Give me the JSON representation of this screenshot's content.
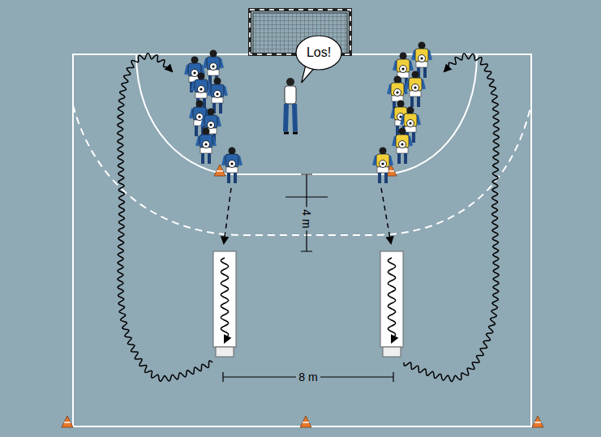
{
  "diagram": {
    "nodes": [
      {
        "text": [
          "Los!"
        ]
      }
    ],
    "labels": [
      "4 m",
      "8 m"
    ]
  }
}
